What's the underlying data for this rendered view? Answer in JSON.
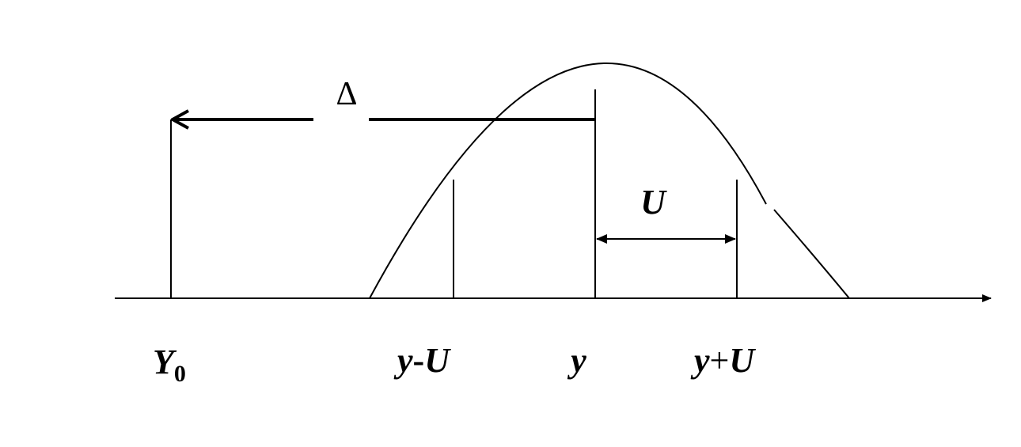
{
  "diagram": {
    "labels": {
      "delta": "Δ",
      "u_interval": "U",
      "y0_main": "Y",
      "y0_sub": "0",
      "y_minus_u": {
        "y": "y",
        "minus": "-",
        "u": "U"
      },
      "y_center": "y",
      "y_plus_u": {
        "y": "y",
        "plus": "+",
        "u": "U"
      }
    },
    "colors": {
      "stroke": "#000000",
      "background": "#ffffff"
    }
  }
}
